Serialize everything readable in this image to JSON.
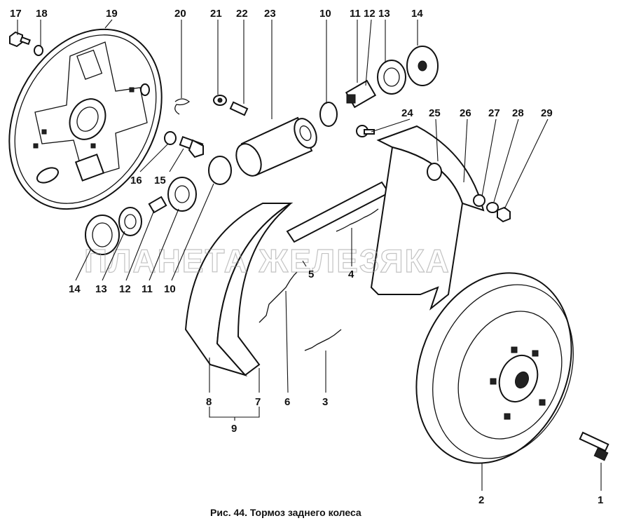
{
  "caption": "Рис. 44. Тормоз заднего колеса",
  "watermark": "ПЛАНЕТА ЖЕЛЕЗЯКА",
  "labels": {
    "l1": "1",
    "l2": "2",
    "l3": "3",
    "l4": "4",
    "l5": "5",
    "l6": "6",
    "l7": "7",
    "l8": "8",
    "l9": "9",
    "l10a": "10",
    "l10b": "10",
    "l11a": "11",
    "l11b": "11",
    "l12a": "12",
    "l12b": "12",
    "l13a": "13",
    "l13b": "13",
    "l14a": "14",
    "l14b": "14",
    "l15": "15",
    "l16": "16",
    "l17": "17",
    "l18": "18",
    "l19": "19",
    "l20": "20",
    "l21": "21",
    "l22": "22",
    "l23": "23",
    "l24": "24",
    "l25": "25",
    "l26": "26",
    "l27": "27",
    "l28": "28",
    "l29": "29"
  }
}
